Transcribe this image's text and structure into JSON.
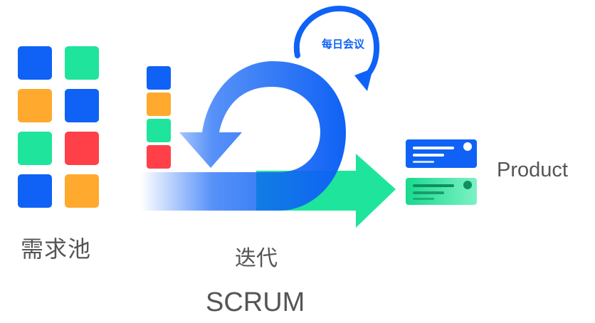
{
  "labels": {
    "backlog": "需求池",
    "iteration": "迭代",
    "daily_meeting": "每日会议",
    "product": "Product",
    "framework": "SCRUM"
  },
  "colors": {
    "blue": "#0F62F5",
    "green": "#1EE59B",
    "orange": "#FFA92E",
    "red": "#FF4049",
    "text_gray": "#555555"
  },
  "backlog_tiles": [
    {
      "color": "blue"
    },
    {
      "color": "green"
    },
    {
      "color": "orange"
    },
    {
      "color": "blue"
    },
    {
      "color": "green"
    },
    {
      "color": "red"
    },
    {
      "color": "blue"
    },
    {
      "color": "orange"
    }
  ],
  "sprint_tiles": [
    {
      "color": "blue"
    },
    {
      "color": "orange"
    },
    {
      "color": "green"
    },
    {
      "color": "red"
    }
  ],
  "icons": [
    "cycle-arrow-icon",
    "daily-loop-arrow-icon",
    "output-arrow-icon",
    "product-card-icon"
  ]
}
